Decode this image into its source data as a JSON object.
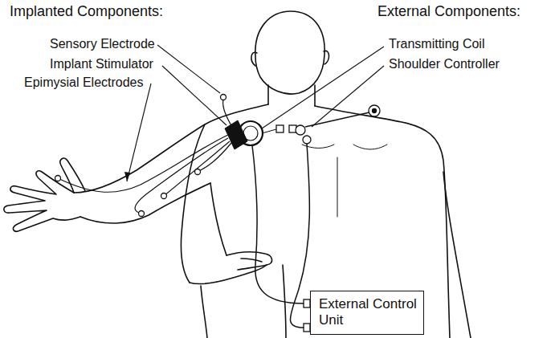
{
  "diagram": {
    "nodes": [
      {
        "text": [
          "External Control Unit"
        ]
      }
    ],
    "labels": [
      "Implanted Components:",
      "External Components:",
      "Sensory Electrode",
      "Implant Stimulator",
      "Epimysial Electrodes",
      "Transmitting Coil",
      "Shoulder Controller"
    ]
  }
}
